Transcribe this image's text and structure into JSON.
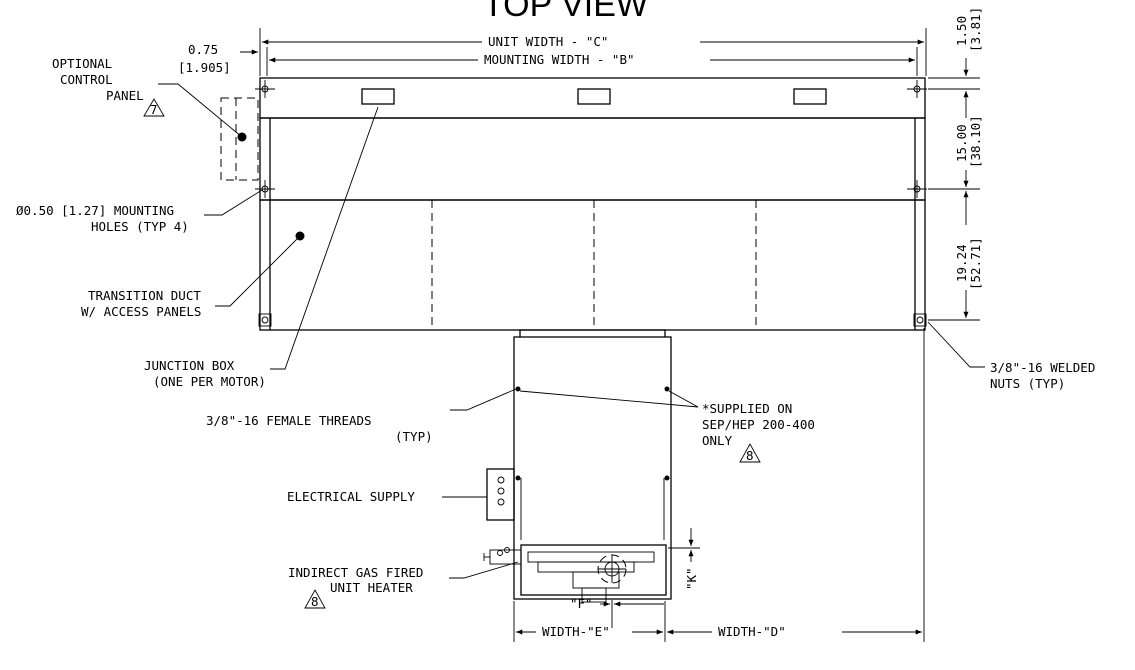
{
  "title": "TOP VIEW",
  "dimensions": {
    "top_offset": "1.50",
    "top_offset_metric": "[3.81]",
    "flange_offset": "0.75",
    "flange_offset_metric": "[1.905]",
    "upper_height": "15.00",
    "upper_height_metric": "[38.10]",
    "duct_height": "19.24",
    "duct_height_metric": "[52.71]",
    "unit_width": "UNIT WIDTH - \"C\"",
    "mounting_width": "MOUNTING WIDTH - \"B\"",
    "width_e": "WIDTH-\"E\"",
    "width_d": "WIDTH-\"D\"",
    "dim_f": "\"F\"",
    "dim_k": "\"K\""
  },
  "callouts": {
    "optional_control_panel": [
      "OPTIONAL",
      "CONTROL",
      "PANEL"
    ],
    "rev_7": "7",
    "mounting_holes": [
      "Ø0.50 [1.27] MOUNTING",
      "HOLES (TYP 4)"
    ],
    "transition_duct": [
      "TRANSITION DUCT",
      "W/ ACCESS PANELS"
    ],
    "junction_box": [
      "JUNCTION BOX",
      "(ONE PER MOTOR)"
    ],
    "female_threads": [
      "3/8\"-16 FEMALE THREADS",
      "(TYP)"
    ],
    "supplied_on": [
      "*SUPPLIED ON",
      "SEP/HEP 200-400",
      "ONLY"
    ],
    "rev_8": "8",
    "electrical_supply": "ELECTRICAL SUPPLY",
    "gas_heater": [
      "INDIRECT GAS FIRED",
      "UNIT HEATER"
    ],
    "welded_nuts": [
      "3/8\"-16 WELDED",
      "NUTS (TYP)"
    ]
  }
}
